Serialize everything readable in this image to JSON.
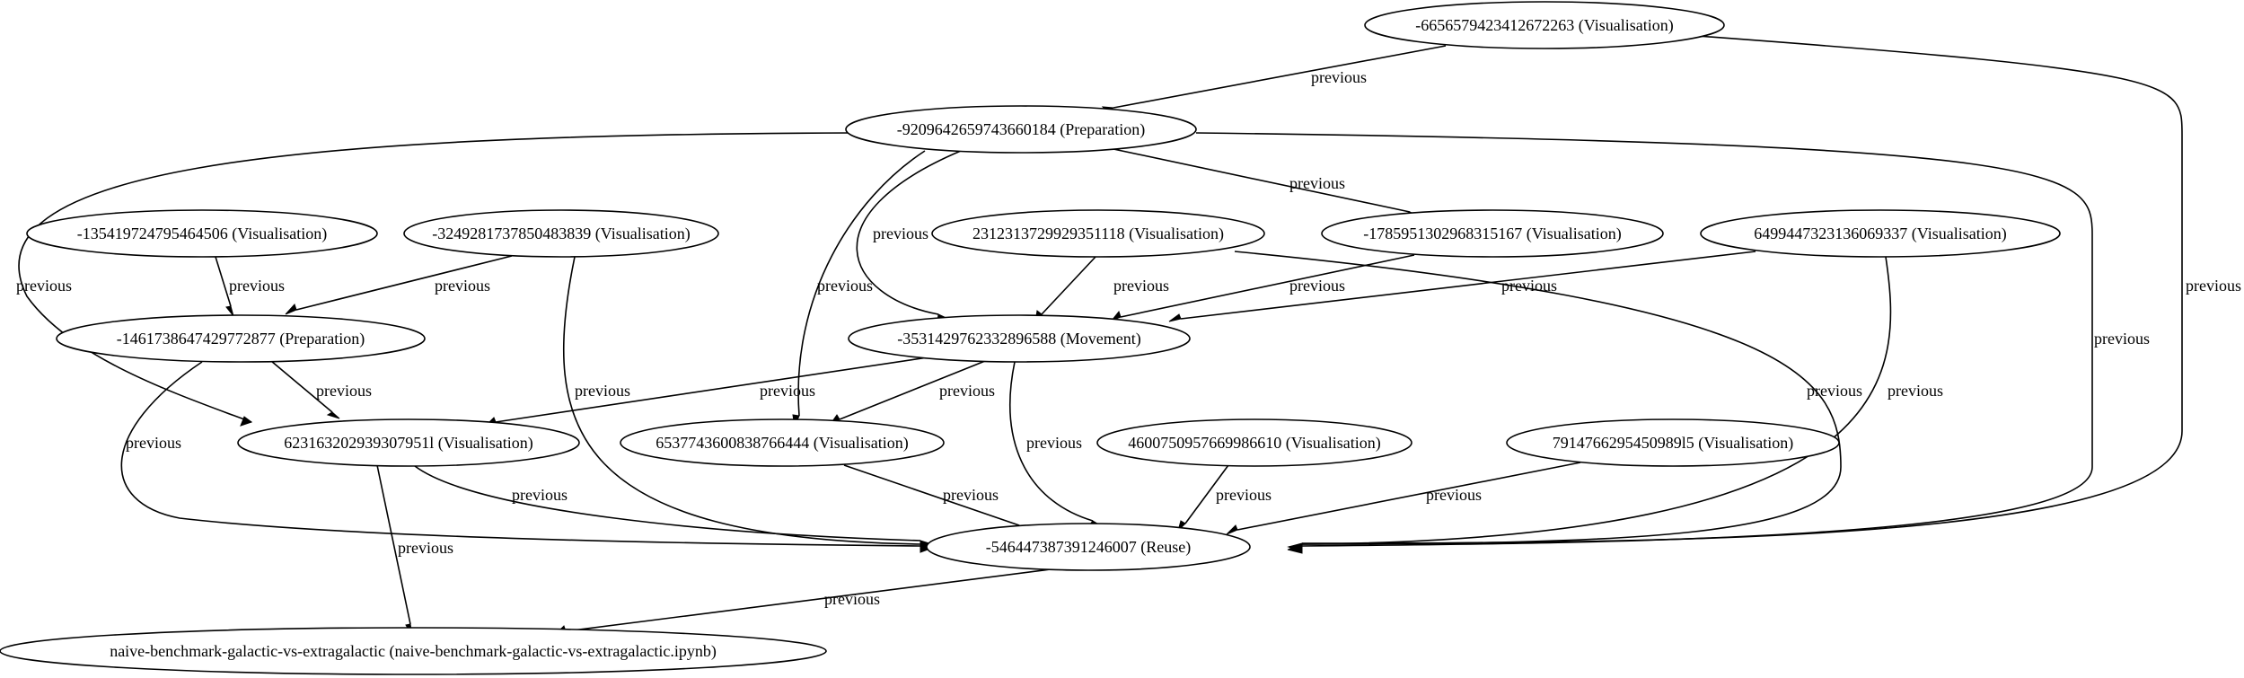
{
  "graph": {
    "type": "directed-graph",
    "nodes": [
      {
        "id": "n1",
        "label": "-6656579423412672263 (Visualisation)"
      },
      {
        "id": "n2",
        "label": "-9209642659743660184 (Preparation)"
      },
      {
        "id": "n3",
        "label": "-135419724795464506 (Visualisation)"
      },
      {
        "id": "n4",
        "label": "-3249281737850483839 (Visualisation)"
      },
      {
        "id": "n5",
        "label": "2312313729929351118 (Visualisation)"
      },
      {
        "id": "n6",
        "label": "-1785951302968315167 (Visualisation)"
      },
      {
        "id": "n7",
        "label": "6499447323136069337 (Visualisation)"
      },
      {
        "id": "n8",
        "label": "-1461738647429772877 (Preparation)"
      },
      {
        "id": "n9",
        "label": "-3531429762332896588 (Movement)"
      },
      {
        "id": "n10",
        "label": "623163202939307951l (Visualisation)"
      },
      {
        "id": "n11",
        "label": "6537743600838766444 (Visualisation)"
      },
      {
        "id": "n12",
        "label": "4600750957669986610 (Visualisation)"
      },
      {
        "id": "n13",
        "label": "7914766295450989l5 (Visualisation)"
      },
      {
        "id": "n14",
        "label": "-546447387391246007 (Reuse)"
      },
      {
        "id": "n15",
        "label": "naive-benchmark-galactic-vs-extragalactic (naive-benchmark-galactic-vs-extragalactic.ipynb)"
      }
    ],
    "edges": [
      {
        "id": "e1",
        "from": "n1",
        "to": "n2",
        "label": "previous"
      },
      {
        "id": "e2",
        "from": "n1",
        "to": "n14",
        "label": "previous"
      },
      {
        "id": "e3",
        "from": "n2",
        "to": "n6",
        "label": "previous"
      },
      {
        "id": "e4",
        "from": "n2",
        "to": "n10",
        "label": "previous"
      },
      {
        "id": "e5",
        "from": "n2",
        "to": "n11",
        "label": "previous"
      },
      {
        "id": "e6",
        "from": "n2",
        "to": "n9",
        "label": "previous"
      },
      {
        "id": "e7",
        "from": "n2",
        "to": "n14",
        "label": "previous"
      },
      {
        "id": "e8",
        "from": "n3",
        "to": "n8",
        "label": "previous"
      },
      {
        "id": "e9",
        "from": "n4",
        "to": "n8",
        "label": "previous"
      },
      {
        "id": "e10",
        "from": "n4",
        "to": "n14",
        "label": "previous"
      },
      {
        "id": "e11",
        "from": "n5",
        "to": "n9",
        "label": "previous"
      },
      {
        "id": "e12",
        "from": "n5",
        "to": "n14",
        "label": "previous"
      },
      {
        "id": "e13",
        "from": "n6",
        "to": "n9",
        "label": "previous"
      },
      {
        "id": "e14",
        "from": "n7",
        "to": "n9",
        "label": "previous"
      },
      {
        "id": "e15",
        "from": "n7",
        "to": "n14",
        "label": "previous"
      },
      {
        "id": "e16",
        "from": "n8",
        "to": "n10",
        "label": "previous"
      },
      {
        "id": "e17",
        "from": "n8",
        "to": "n14",
        "label": "previous"
      },
      {
        "id": "e18",
        "from": "n9",
        "to": "n10",
        "label": "previous"
      },
      {
        "id": "e19",
        "from": "n9",
        "to": "n11",
        "label": "previous"
      },
      {
        "id": "e20",
        "from": "n9",
        "to": "n14",
        "label": "previous"
      },
      {
        "id": "e21",
        "from": "n10",
        "to": "n14",
        "label": "previous"
      },
      {
        "id": "e22",
        "from": "n10",
        "to": "n15",
        "label": "previous"
      },
      {
        "id": "e23",
        "from": "n11",
        "to": "n14",
        "label": "previous"
      },
      {
        "id": "e24",
        "from": "n12",
        "to": "n14",
        "label": "previous"
      },
      {
        "id": "e25",
        "from": "n13",
        "to": "n14",
        "label": "previous"
      },
      {
        "id": "e26",
        "from": "n14",
        "to": "n15",
        "label": "previous"
      }
    ]
  }
}
